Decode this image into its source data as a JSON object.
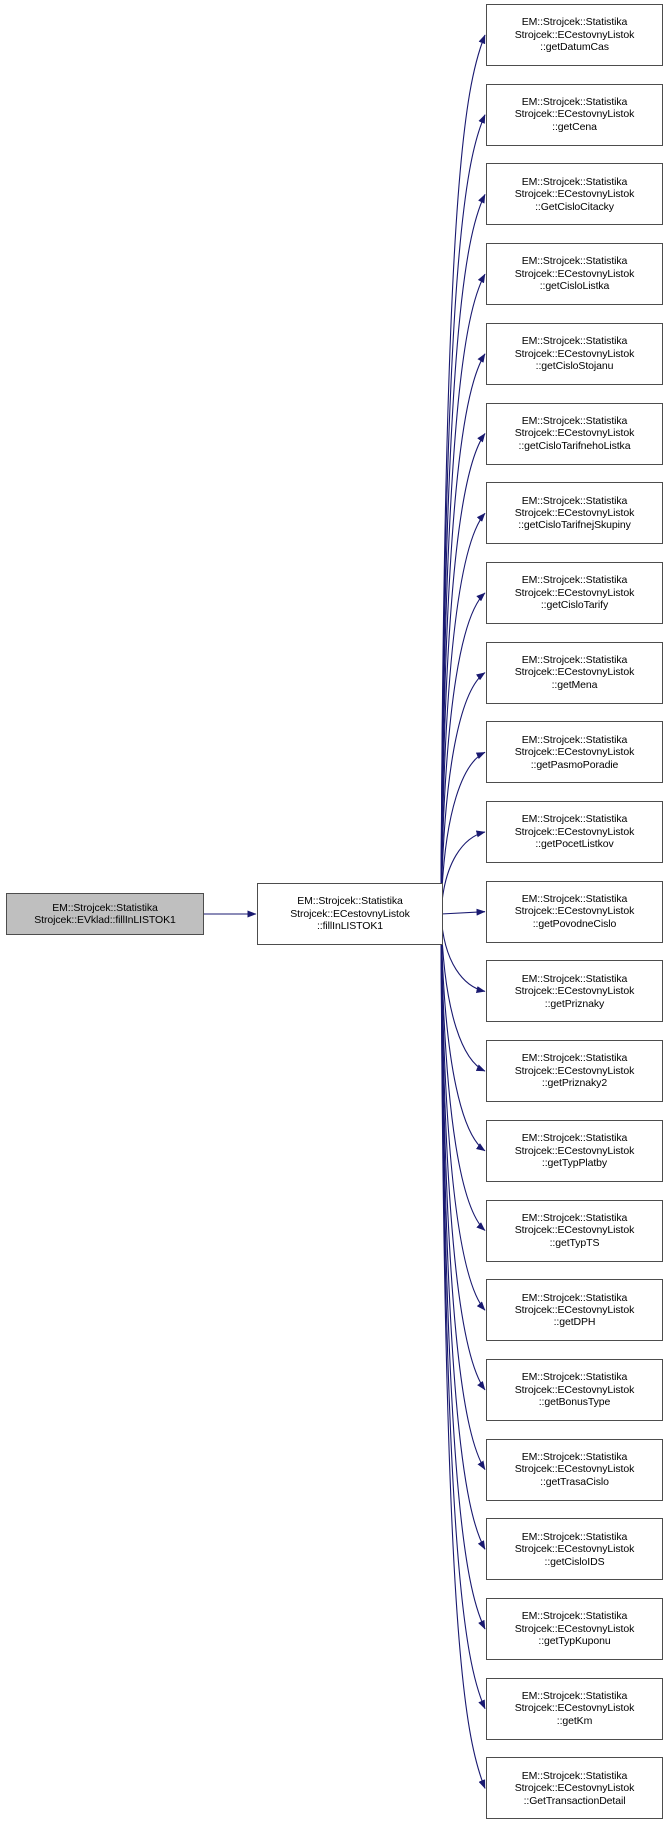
{
  "diagram": {
    "type": "call-graph",
    "title": "Caller/callee graph for EM::Strojcek::StatistikaStrojcek::ECestovnyListok::fillInLISTOK1",
    "edge_color": "#191970",
    "node_border_color": "#4d4d4d",
    "node_fill_color": "#ffffff",
    "highlight_fill_color": "#bfbfbf",
    "caller": {
      "id": "caller",
      "lines": [
        "EM::Strojcek::Statistika",
        "Strojcek::EVklad::fillInLISTOK1"
      ],
      "highlighted": true
    },
    "center": {
      "id": "center",
      "lines": [
        "EM::Strojcek::Statistika",
        "Strojcek::ECestovnyListok",
        "::fillInLISTOK1"
      ],
      "highlighted": false
    },
    "callees": [
      {
        "id": "n1",
        "lines": [
          "EM::Strojcek::Statistika",
          "Strojcek::ECestovnyListok",
          "::getDatumCas"
        ]
      },
      {
        "id": "n2",
        "lines": [
          "EM::Strojcek::Statistika",
          "Strojcek::ECestovnyListok",
          "::getCena"
        ]
      },
      {
        "id": "n3",
        "lines": [
          "EM::Strojcek::Statistika",
          "Strojcek::ECestovnyListok",
          "::GetCisloCitacky"
        ]
      },
      {
        "id": "n4",
        "lines": [
          "EM::Strojcek::Statistika",
          "Strojcek::ECestovnyListok",
          "::getCisloListka"
        ]
      },
      {
        "id": "n5",
        "lines": [
          "EM::Strojcek::Statistika",
          "Strojcek::ECestovnyListok",
          "::getCisloStojanu"
        ]
      },
      {
        "id": "n6",
        "lines": [
          "EM::Strojcek::Statistika",
          "Strojcek::ECestovnyListok",
          "::getCisloTarifnehoListka"
        ]
      },
      {
        "id": "n7",
        "lines": [
          "EM::Strojcek::Statistika",
          "Strojcek::ECestovnyListok",
          "::getCisloTarifnejSkupiny"
        ]
      },
      {
        "id": "n8",
        "lines": [
          "EM::Strojcek::Statistika",
          "Strojcek::ECestovnyListok",
          "::getCisloTarify"
        ]
      },
      {
        "id": "n9",
        "lines": [
          "EM::Strojcek::Statistika",
          "Strojcek::ECestovnyListok",
          "::getMena"
        ]
      },
      {
        "id": "n10",
        "lines": [
          "EM::Strojcek::Statistika",
          "Strojcek::ECestovnyListok",
          "::getPasmoPoradie"
        ]
      },
      {
        "id": "n11",
        "lines": [
          "EM::Strojcek::Statistika",
          "Strojcek::ECestovnyListok",
          "::getPocetListkov"
        ]
      },
      {
        "id": "n12",
        "lines": [
          "EM::Strojcek::Statistika",
          "Strojcek::ECestovnyListok",
          "::getPovodneCislo"
        ]
      },
      {
        "id": "n13",
        "lines": [
          "EM::Strojcek::Statistika",
          "Strojcek::ECestovnyListok",
          "::getPriznaky"
        ]
      },
      {
        "id": "n14",
        "lines": [
          "EM::Strojcek::Statistika",
          "Strojcek::ECestovnyListok",
          "::getPriznaky2"
        ]
      },
      {
        "id": "n15",
        "lines": [
          "EM::Strojcek::Statistika",
          "Strojcek::ECestovnyListok",
          "::getTypPlatby"
        ]
      },
      {
        "id": "n16",
        "lines": [
          "EM::Strojcek::Statistika",
          "Strojcek::ECestovnyListok",
          "::getTypTS"
        ]
      },
      {
        "id": "n17",
        "lines": [
          "EM::Strojcek::Statistika",
          "Strojcek::ECestovnyListok",
          "::getDPH"
        ]
      },
      {
        "id": "n18",
        "lines": [
          "EM::Strojcek::Statistika",
          "Strojcek::ECestovnyListok",
          "::getBonusType"
        ]
      },
      {
        "id": "n19",
        "lines": [
          "EM::Strojcek::Statistika",
          "Strojcek::ECestovnyListok",
          "::getTrasaCislo"
        ]
      },
      {
        "id": "n20",
        "lines": [
          "EM::Strojcek::Statistika",
          "Strojcek::ECestovnyListok",
          "::getCisloIDS"
        ]
      },
      {
        "id": "n21",
        "lines": [
          "EM::Strojcek::Statistika",
          "Strojcek::ECestovnyListok",
          "::getTypKuponu"
        ]
      },
      {
        "id": "n22",
        "lines": [
          "EM::Strojcek::Statistika",
          "Strojcek::ECestovnyListok",
          "::getKm"
        ]
      },
      {
        "id": "n23",
        "lines": [
          "EM::Strojcek::Statistika",
          "Strojcek::ECestovnyListok",
          "::GetTransactionDetail"
        ]
      }
    ]
  }
}
